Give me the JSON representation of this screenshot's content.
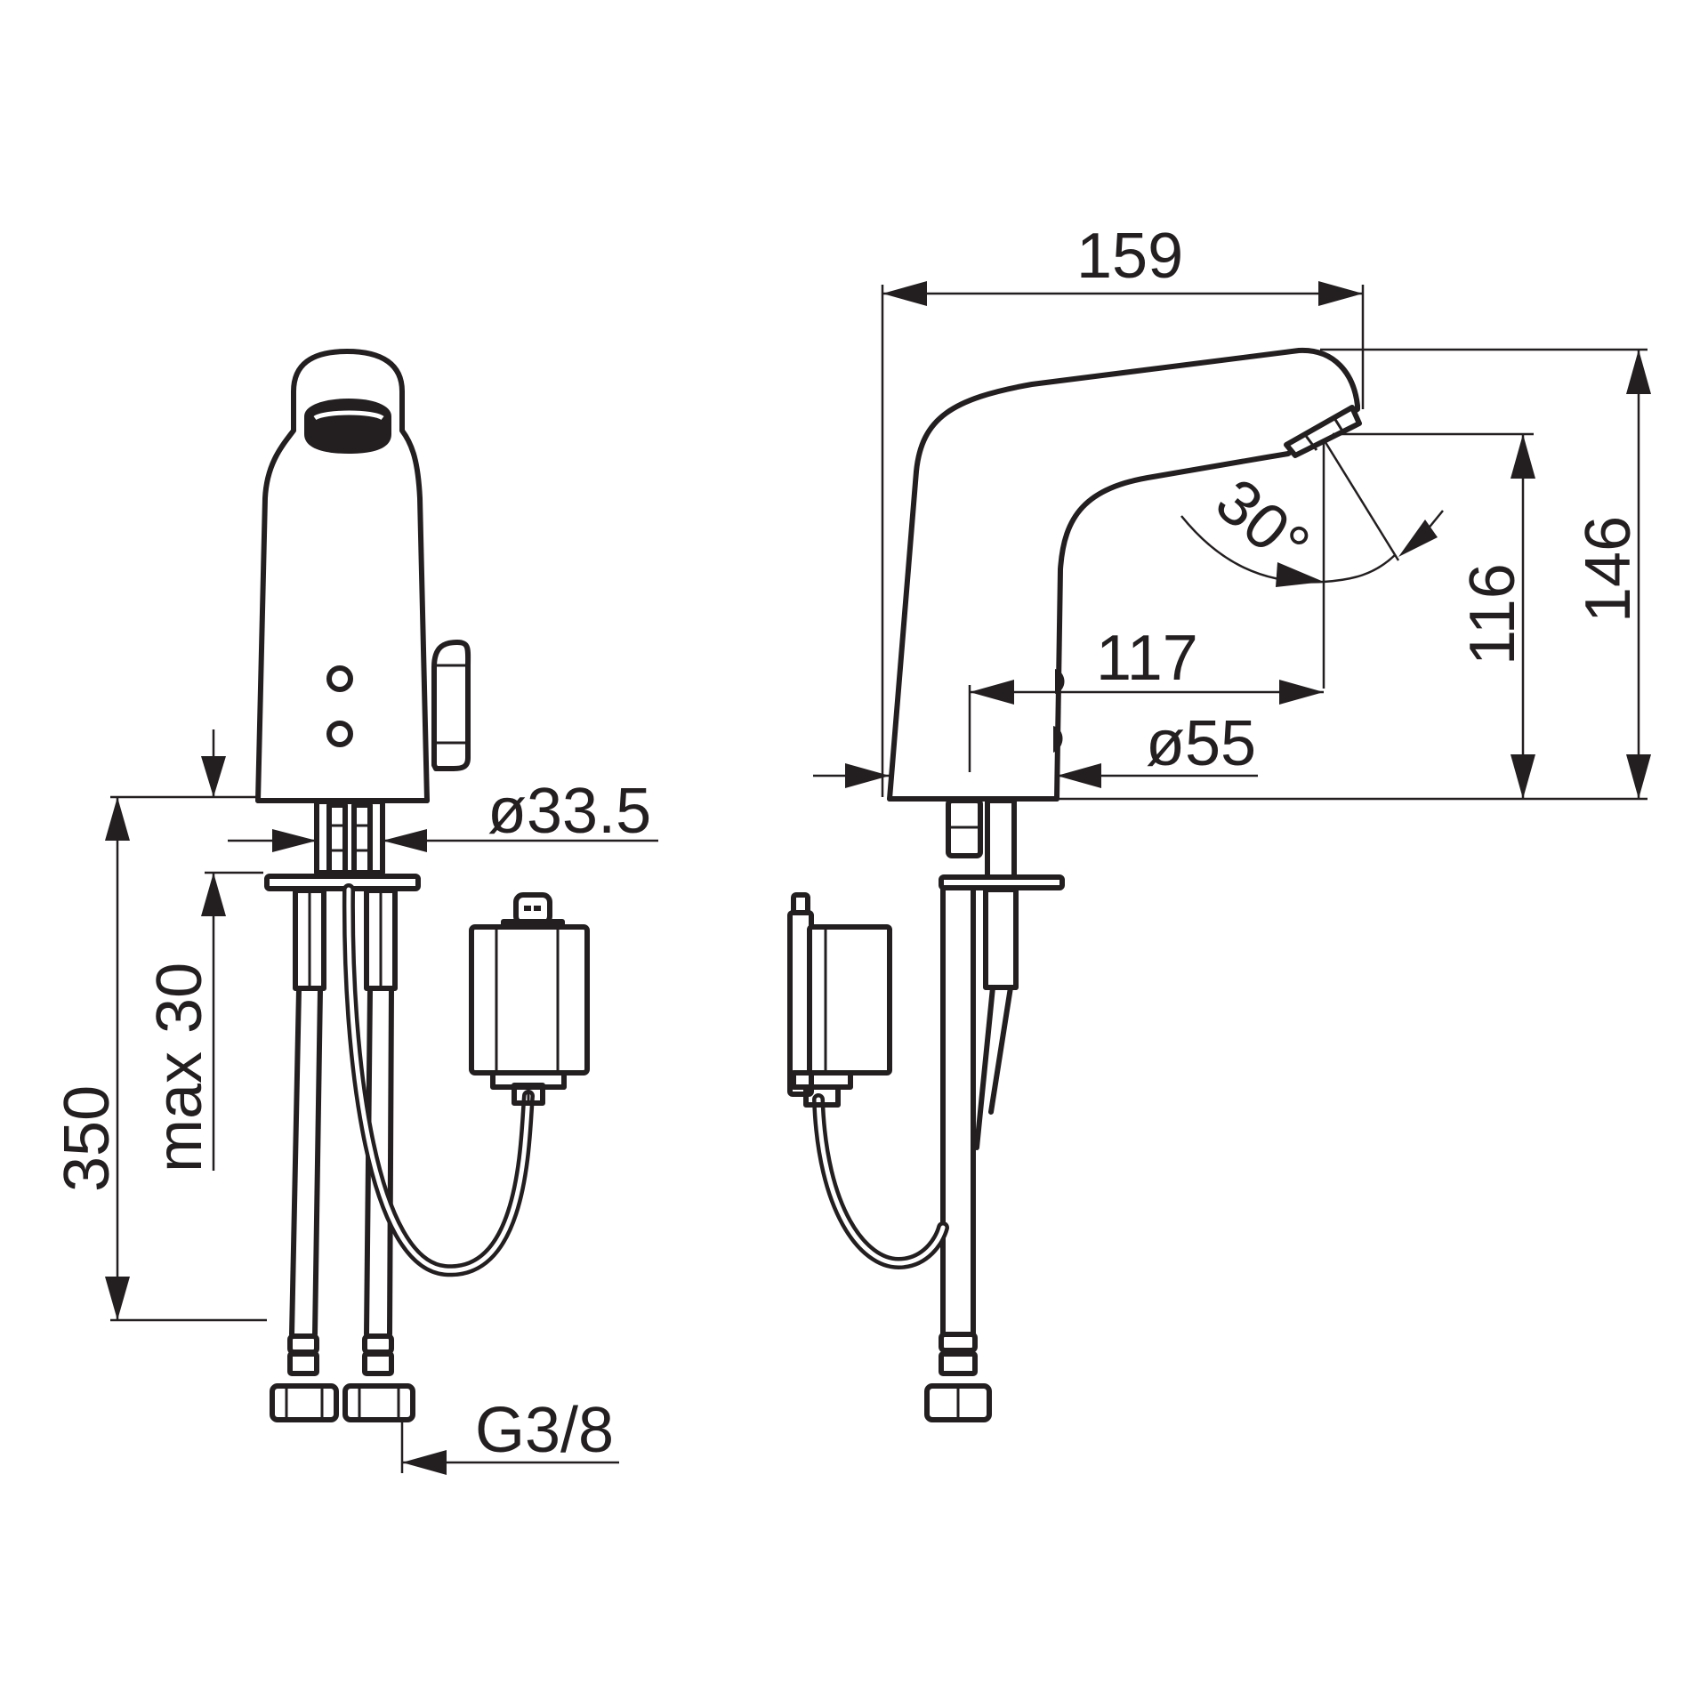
{
  "drawing": {
    "title": "Sensor basin faucet dimension drawing",
    "views": [
      "front-view",
      "side-view"
    ],
    "stroke_color": "#231f20",
    "background": "#ffffff"
  },
  "dimensions": {
    "front": {
      "overall_length": "350",
      "max_deck_thickness": "max 30",
      "shank_diameter": "ø33.5",
      "connection_thread": "G3/8"
    },
    "side": {
      "spout_reach": "159",
      "total_height": "146",
      "outlet_height": "116",
      "sensor_reach": "117",
      "base_diameter": "ø55",
      "spray_angle": "30°"
    }
  }
}
